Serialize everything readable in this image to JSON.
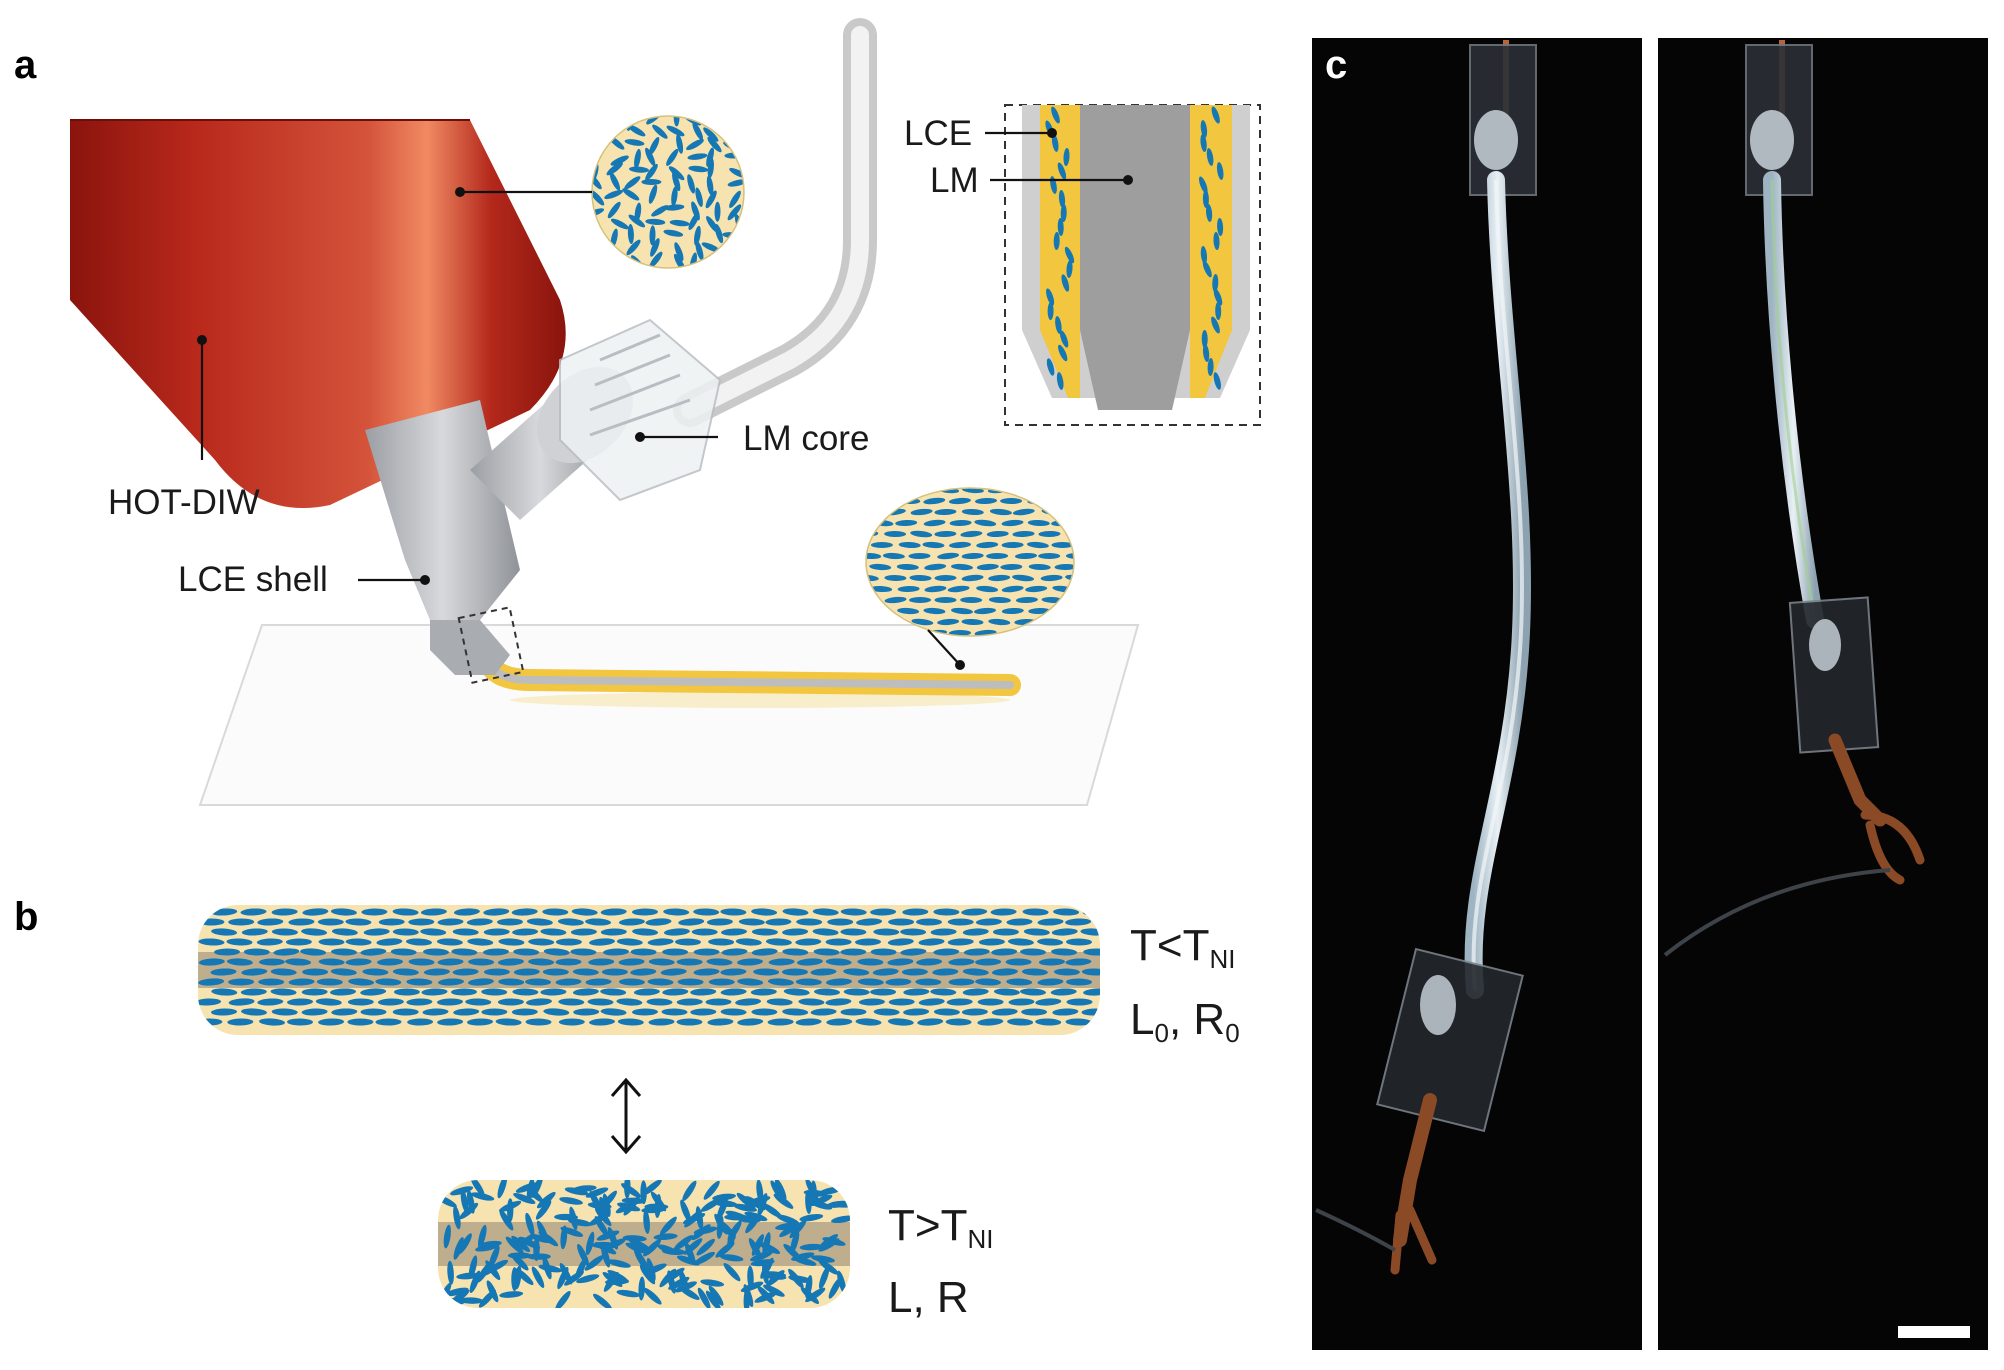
{
  "figure": {
    "panels": {
      "a": "a",
      "b": "b",
      "c": "c"
    },
    "panel_a": {
      "labels": {
        "hot_diw": "HOT-DIW",
        "lce_shell": "LCE shell",
        "lm_core": "LM core",
        "inset_lce": "LCE",
        "inset_lm": "LM"
      }
    },
    "panel_b": {
      "aligned": {
        "condition_main": "T<T",
        "condition_sub": "NI",
        "params_l": "L",
        "params_l_sub": "0",
        "params_sep": ", R",
        "params_r_sub": "0"
      },
      "disordered": {
        "condition_main": "T>T",
        "condition_sub": "NI",
        "params": "L, R"
      }
    },
    "colors": {
      "nozzle_red": "#b3241a",
      "lce_yellow": "#f3c63f",
      "mesogen_blue": "#1677b5",
      "shell_cream": "#f7e3b0",
      "core_gray": "#a9a9a9",
      "photo_bg": "#050505"
    }
  }
}
